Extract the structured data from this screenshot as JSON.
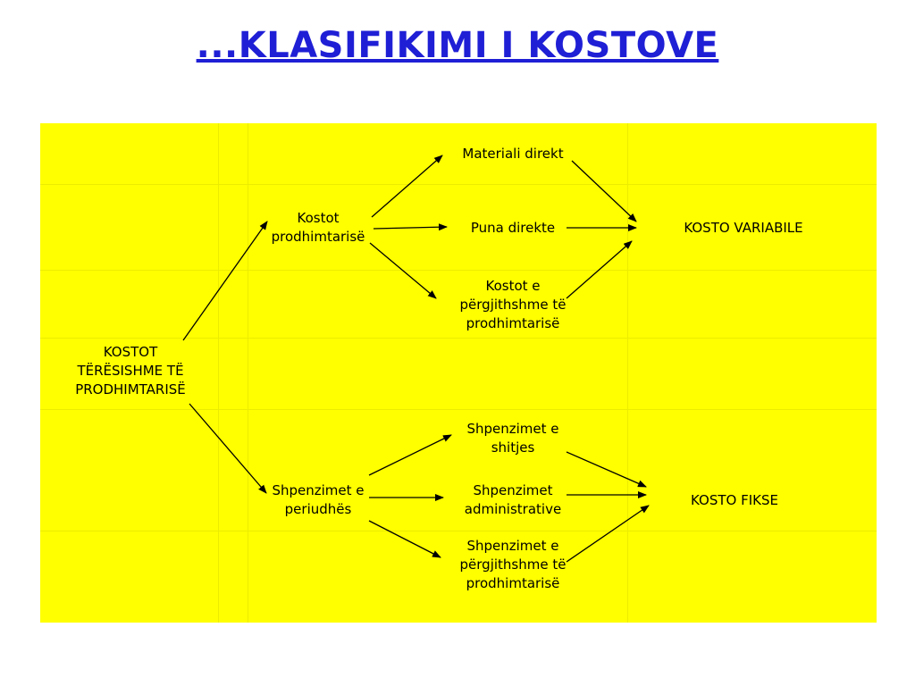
{
  "title": "...KLASIFIKIMI I KOSTOVE",
  "diagram": {
    "root": [
      "KOSTOT",
      "TËRËSISHME TË",
      "PRODHIMTARISË"
    ],
    "branch_production": [
      "Kostot",
      "prodhimtarisë"
    ],
    "branch_period": [
      "Shpenzimet e",
      "periudhës"
    ],
    "direct_material": "Materiali direkt",
    "direct_labor": "Puna direkte",
    "production_overhead": [
      "Kostot e",
      "përgjithshme të",
      "prodhimtarisë"
    ],
    "selling_expenses": [
      "Shpenzimet e",
      "shitjes"
    ],
    "admin_expenses": [
      "Shpenzimet",
      "administrative"
    ],
    "general_expenses": [
      "Shpenzimet e",
      "përgjithshme të",
      "prodhimtarisë"
    ],
    "variable_cost": "KOSTO VARIABILE",
    "fixed_cost": "KOSTO FIKSE"
  },
  "colors": {
    "title": "#1f1fd6",
    "panel": "#ffff00",
    "text": "#000000",
    "arrow": "#000000"
  }
}
